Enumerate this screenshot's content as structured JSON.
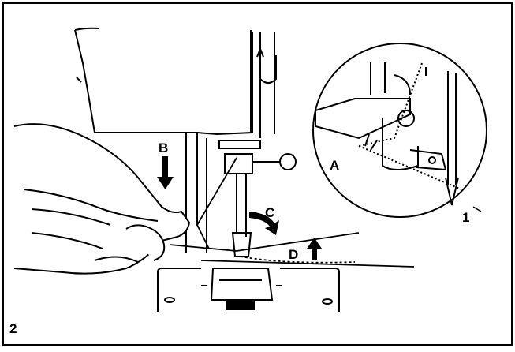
{
  "figure": {
    "panel_number": "2",
    "inset_number": "1",
    "callouts": {
      "A": "A",
      "B": "B",
      "C": "C",
      "D": "D"
    }
  }
}
